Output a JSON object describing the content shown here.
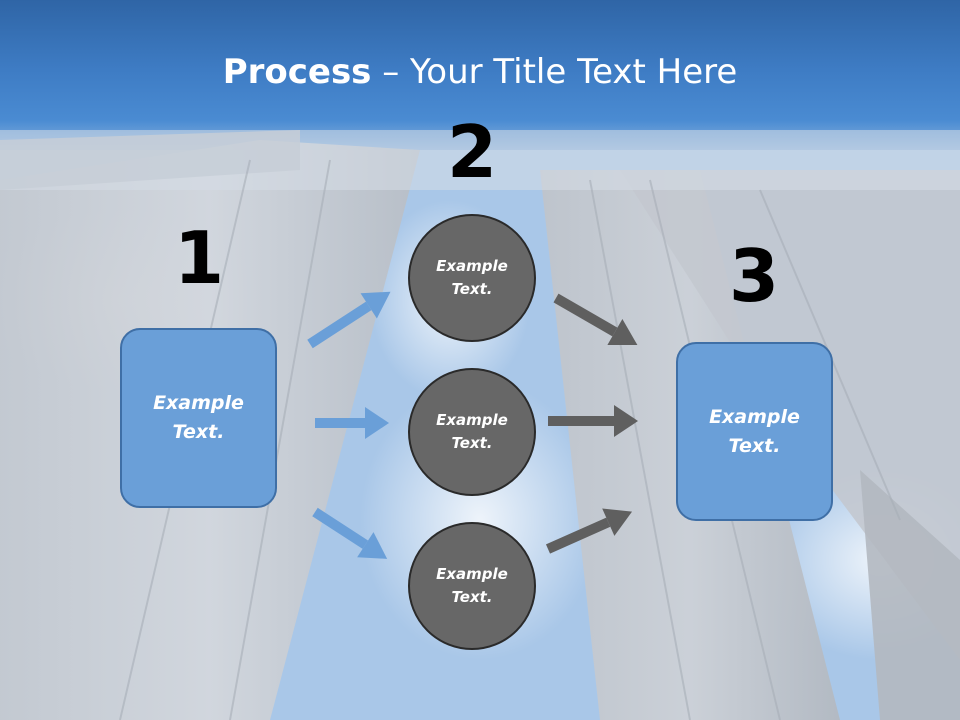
{
  "title": {
    "bold": "Process",
    "rest": " – Your Title Text Here"
  },
  "steps": [
    {
      "number": "1",
      "text_line1": "Example",
      "text_line2": "Text."
    },
    {
      "number": "2",
      "circles": [
        {
          "text_line1": "Example",
          "text_line2": "Text."
        },
        {
          "text_line1": "Example",
          "text_line2": "Text."
        },
        {
          "text_line1": "Example",
          "text_line2": "Text."
        }
      ]
    },
    {
      "number": "3",
      "text_line1": "Example",
      "text_line2": "Text."
    }
  ],
  "colors": {
    "box_fill": "#6a9fd8",
    "circle_fill": "#676767",
    "arrow_blue": "#6a9fd8",
    "arrow_gray": "#5f5f5f",
    "title_bar": "#3e7cc4"
  }
}
